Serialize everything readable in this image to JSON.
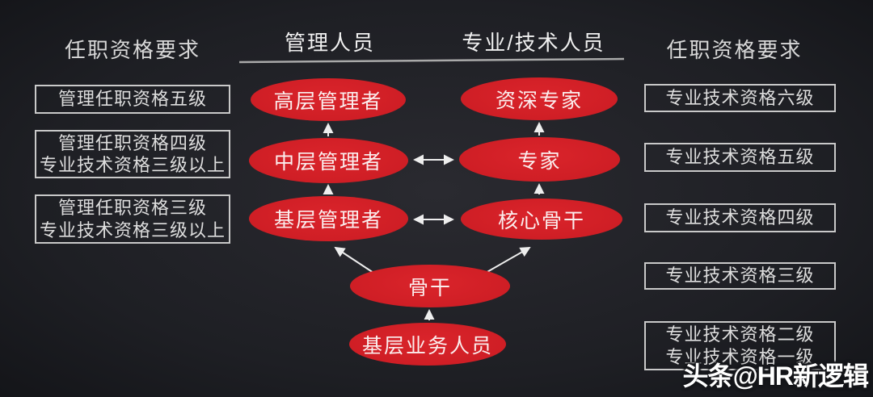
{
  "diagram": {
    "left_panel": {
      "title": "任职资格要求",
      "boxes": [
        {
          "lines": [
            "管理任职资格五级"
          ]
        },
        {
          "lines": [
            "管理任职资格四级",
            "专业技术资格三级以上"
          ]
        },
        {
          "lines": [
            "管理任职资格三级",
            "专业技术资格三级以上"
          ]
        }
      ]
    },
    "right_panel": {
      "title": "任职资格要求",
      "boxes": [
        {
          "lines": [
            "专业技术资格六级"
          ]
        },
        {
          "lines": [
            "专业技术资格五级"
          ]
        },
        {
          "lines": [
            "专业技术资格四级"
          ]
        },
        {
          "lines": [
            "专业技术资格三级"
          ]
        },
        {
          "lines": [
            "专业技术资格二级",
            "专业技术资格一级"
          ]
        }
      ]
    },
    "columns": {
      "management_header": "管理人员",
      "professional_header": "专业/技术人员"
    },
    "nodes": {
      "top_manager": "高层管理者",
      "senior_expert": "资深专家",
      "middle_manager": "中层管理者",
      "expert": "专家",
      "frontline_manager": "基层管理者",
      "core_backbone": "核心骨干",
      "backbone": "骨干",
      "frontline_staff": "基层业务人员"
    },
    "colors": {
      "node_red": "#d11f26",
      "box_border": "#c9c9c9",
      "arrow": "#eeeeee",
      "background": "#1e1f24"
    }
  },
  "watermark": {
    "bold": "头条",
    "rest": "@HR新逻辑"
  }
}
